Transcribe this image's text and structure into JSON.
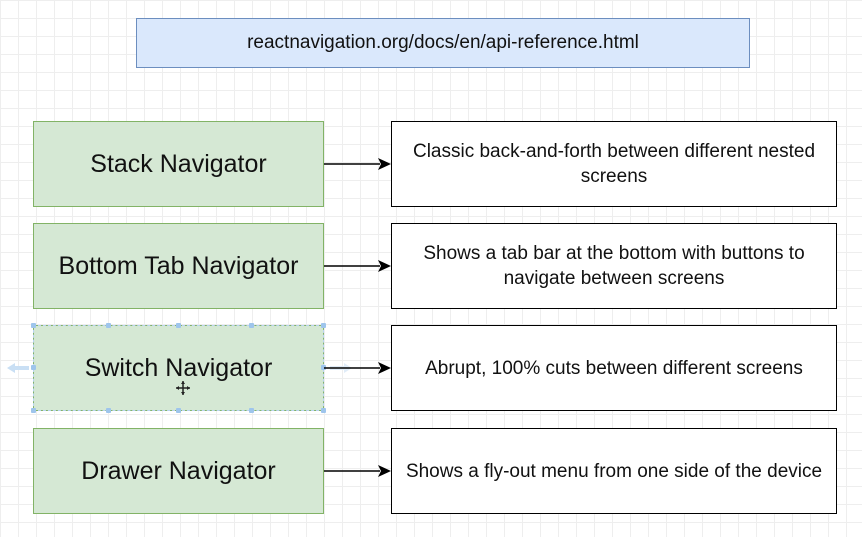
{
  "url": "reactnavigation.org/docs/en/api-reference.html",
  "rows": [
    {
      "name": "Stack Navigator",
      "description": "Classic back-and-forth between different nested screens"
    },
    {
      "name": "Bottom Tab Navigator",
      "description": "Shows a tab bar at the bottom with buttons to navigate between screens"
    },
    {
      "name": "Switch Navigator",
      "description": "Abrupt, 100% cuts between different screens"
    },
    {
      "name": "Drawer Navigator",
      "description": "Shows a fly-out menu from one side of the device"
    }
  ],
  "colors": {
    "url_fill": "#dae8fc",
    "url_stroke": "#6c8ebf",
    "nav_fill": "#d5e8d4",
    "nav_stroke": "#82b366",
    "selection": "#9ec5ec"
  },
  "selected_row": 2
}
